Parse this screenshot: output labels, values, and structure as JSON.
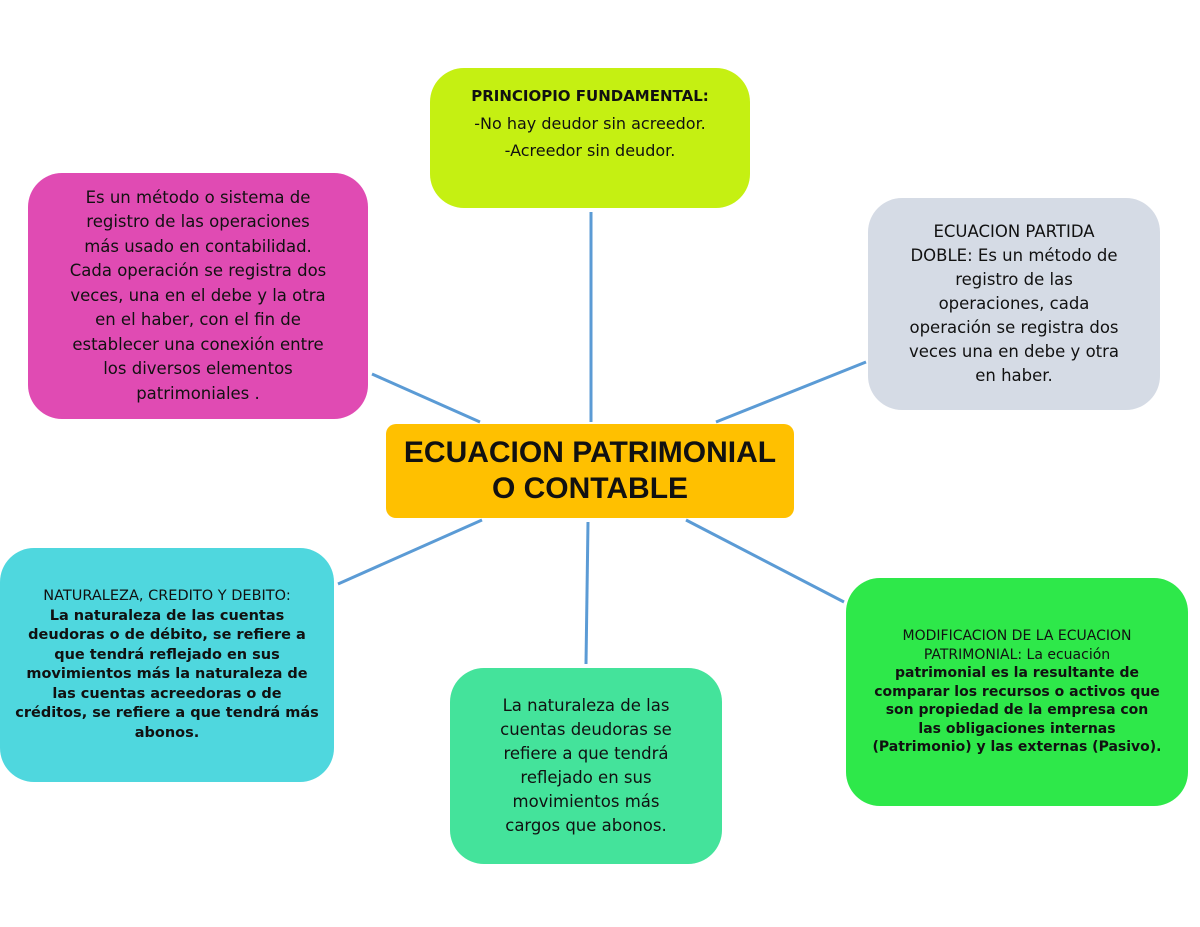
{
  "center": {
    "lines": [
      "ECUACION PATRIMONIAL",
      "O CONTABLE"
    ]
  },
  "top": {
    "title": "PRINCIOPIO FUNDAMENTAL:",
    "lines": [
      "-No hay deudor sin acreedor.",
      "-Acreedor sin deudor."
    ]
  },
  "left": {
    "lines": [
      "Es un método o sistema de",
      "registro de las operaciones",
      "más usado en contabilidad.",
      "Cada operación se registra dos",
      "veces, una en el debe y la otra",
      "en el haber, con el fin de",
      "establecer una conexión entre",
      "los diversos elementos",
      "patrimoniales ."
    ]
  },
  "right": {
    "lines": [
      "ECUACION PARTIDA",
      "DOBLE: Es un método de",
      "registro de las",
      "operaciones, cada",
      "operación se registra dos",
      "veces una en debe y otra",
      "en haber."
    ]
  },
  "bottom_left": {
    "lines": [
      "NATURALEZA, CREDITO Y DEBITO:",
      "La naturaleza de las cuentas",
      "deudoras o de débito, se refiere a",
      "que  tendrá reflejado en sus",
      "movimientos más la naturaleza de",
      "las cuentas acreedoras o de",
      "créditos, se refiere a que tendrá más",
      "abonos."
    ]
  },
  "bottom_middle": {
    "lines": [
      "La naturaleza de las",
      "cuentas deudoras se",
      "refiere a que tendrá",
      "reflejado en sus",
      "movimientos más",
      "cargos que abonos."
    ]
  },
  "bottom_right": {
    "lines": [
      "MODIFICACION DE LA ECUACION",
      "PATRIMONIAL: La ecuación",
      "patrimonial es la resultante de",
      "comparar los recursos o activos que",
      "son propiedad de la empresa con",
      "las obligaciones internas",
      "(Patrimonio) y las externas (Pasivo)."
    ]
  },
  "colors": {
    "center": "#ffc000",
    "top": "#c5f012",
    "left": "#e04bb3",
    "right": "#d5dbe5",
    "bottom_left": "#4fd7de",
    "bottom_middle": "#44e39b",
    "bottom_right": "#2ee84a",
    "connector": "#5b9bd5"
  }
}
